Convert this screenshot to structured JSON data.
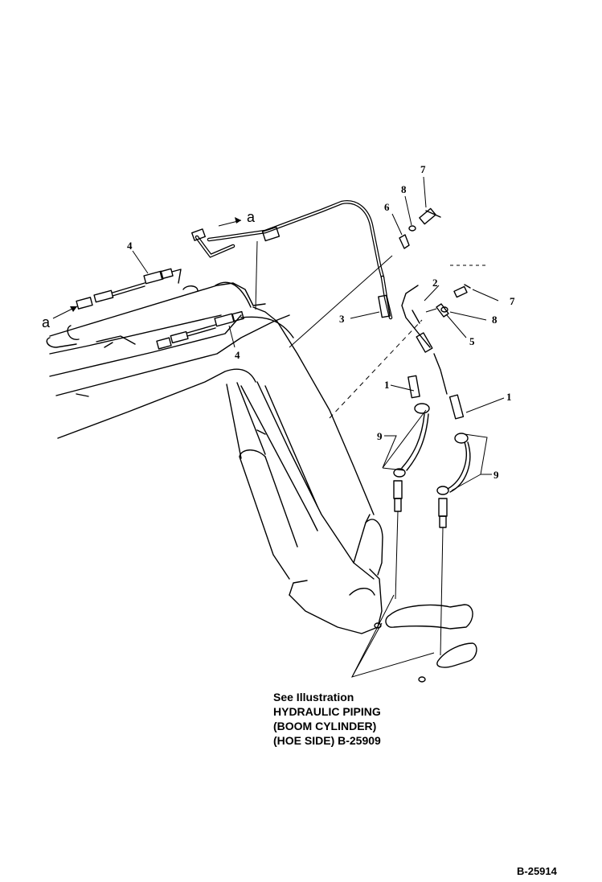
{
  "note": {
    "line1": "See Illustration",
    "line2": "HYDRAULIC PIPING",
    "line3": "(BOOM CYLINDER)",
    "line4": "(HOE SIDE) B-25909"
  },
  "drawing_number": "B-25914",
  "callouts": {
    "c1a": "1",
    "c1b": "1",
    "c2": "2",
    "c3": "3",
    "c4a": "4",
    "c4b": "4",
    "c5": "5",
    "c6": "6",
    "c7a": "7",
    "c7b": "7",
    "c8a": "8",
    "c8b": "8",
    "c9a": "9",
    "c9b": "9",
    "a1": "a",
    "a2": "a"
  }
}
